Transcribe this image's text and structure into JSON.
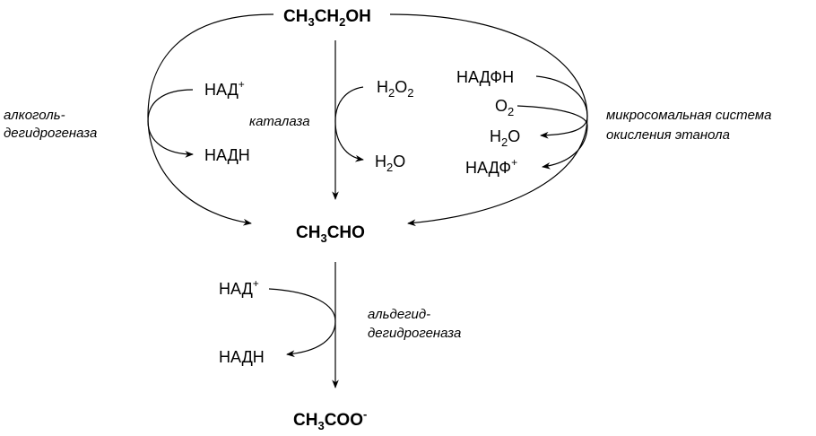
{
  "compounds": {
    "ethanol": {
      "main": "CH",
      "s1": "3",
      "mid": "CH",
      "s2": "2",
      "end": "OH"
    },
    "acetaldehyde": {
      "main": "CH",
      "s1": "3",
      "end": "CHO"
    },
    "acetate": {
      "main": "CH",
      "s1": "3",
      "end": "COO",
      "sup": "-"
    }
  },
  "left": {
    "cofactor_in": "НАД",
    "cofactor_in_sup": "+",
    "cofactor_out": "НАДН",
    "enzyme_line1": "алкоголь-",
    "enzyme_line2": "дегидрогеназа"
  },
  "middle": {
    "enzyme": "каталаза",
    "substrate": "H",
    "substrate_sub": "2",
    "substrate_end": "O",
    "substrate_sub2": "2",
    "product": "H",
    "product_sub": "2",
    "product_end": "O"
  },
  "right": {
    "cofactor_in": "НАДФН",
    "oxygen": "O",
    "oxygen_sub": "2",
    "water": "H",
    "water_sub": "2",
    "water_end": "O",
    "cofactor_out": "НАДФ",
    "cofactor_out_sup": "+",
    "enzyme_line1": "микросомальная система",
    "enzyme_line2": "окисления этанола"
  },
  "bottom": {
    "cofactor_in": "НАД",
    "cofactor_in_sup": "+",
    "cofactor_out": "НАДН",
    "enzyme_line1": "альдегид-",
    "enzyme_line2": "дегидрогеназа"
  }
}
